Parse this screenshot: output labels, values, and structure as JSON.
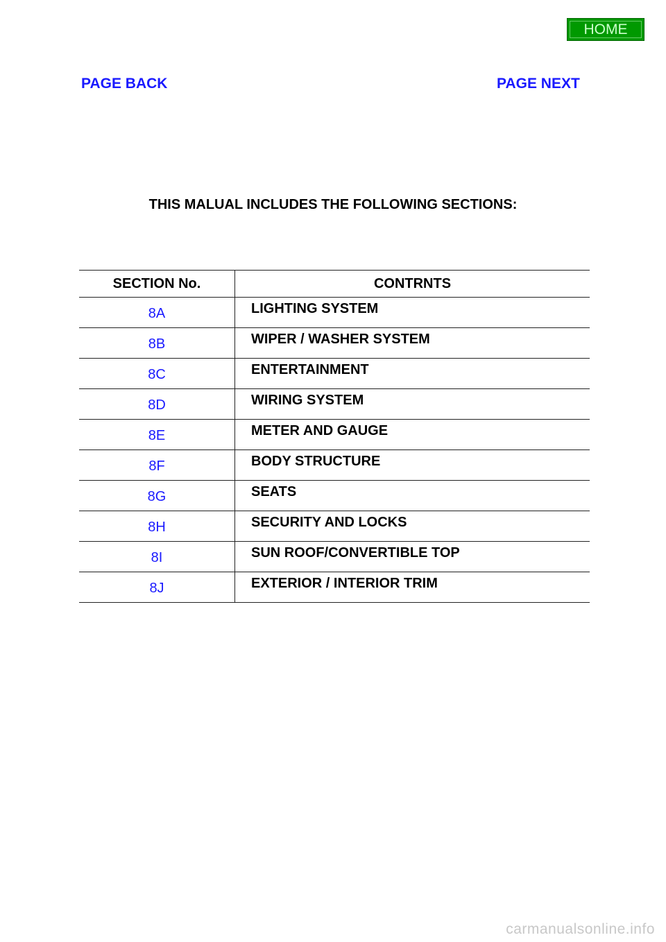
{
  "home_label": "HOME",
  "nav": {
    "back": "PAGE BACK",
    "next": "PAGE NEXT"
  },
  "intro": "THIS MALUAL INCLUDES THE FOLLOWING SECTIONS:",
  "table": {
    "headers": {
      "section_no": "SECTION No.",
      "contents": "CONTRNTS"
    },
    "rows": [
      {
        "code": "8A",
        "title": "LIGHTING SYSTEM"
      },
      {
        "code": "8B",
        "title": "WIPER / WASHER SYSTEM"
      },
      {
        "code": "8C",
        "title": "ENTERTAINMENT"
      },
      {
        "code": "8D",
        "title": "WIRING SYSTEM"
      },
      {
        "code": "8E",
        "title": "METER AND GAUGE"
      },
      {
        "code": "8F",
        "title": "BODY STRUCTURE"
      },
      {
        "code": "8G",
        "title": "SEATS"
      },
      {
        "code": "8H",
        "title": "SECURITY AND LOCKS"
      },
      {
        "code": "8I",
        "title": "SUN ROOF/CONVERTIBLE TOP"
      },
      {
        "code": "8J",
        "title": "EXTERIOR / INTERIOR TRIM"
      }
    ]
  },
  "watermark": "carmanualsonline.info"
}
